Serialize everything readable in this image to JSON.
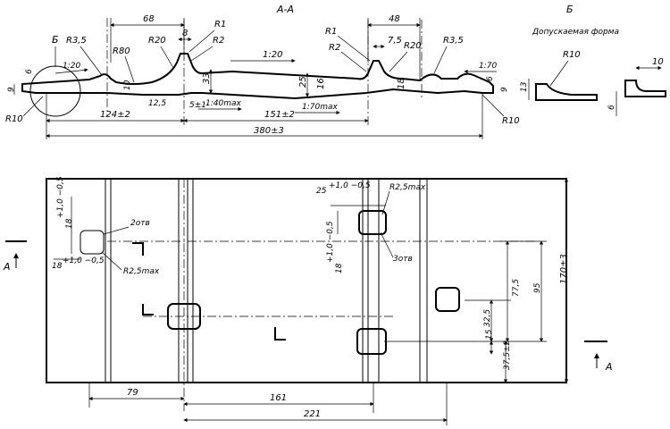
{
  "section": {
    "title": "А-А",
    "detail_marker": "Б",
    "dims": {
      "w68": "68",
      "w48": "48",
      "r35_left": "R3,5",
      "r80": "R80",
      "r20_left": "R20",
      "w8": "8",
      "r1_left": "R1",
      "r2_left": "R2",
      "r1_right": "R1",
      "r2_right": "R2",
      "w75": "7,5",
      "r20_right": "R20",
      "r35_right": "R3,5",
      "slope120_left": "1:20",
      "slope120_top": "1:20",
      "slope170": "1:70",
      "slope140max": "1:40max",
      "slope170max": "1:70max",
      "h6_left": "6",
      "h9_left": "9",
      "h10_left": "10",
      "h33": "33",
      "h25": "25",
      "h16": "16",
      "h18": "18",
      "h9_right": "9",
      "h6_right": "6",
      "w125": "12,5",
      "w5": "5±1",
      "r10_left": "R10",
      "r10_right": "R10",
      "d124": "124±2",
      "d151": "151±2",
      "d380": "380±3"
    }
  },
  "detail": {
    "title": "Б",
    "subtitle": "Допускаемая форма",
    "r10": "R10",
    "h13": "13",
    "w10": "10",
    "h6": "6"
  },
  "plan": {
    "cut_label_left": "А",
    "cut_label_right": "А",
    "dims": {
      "hole_left_h": "18",
      "hole_left_h_tol": "+1,0 −0,5",
      "hole_left_w": "18",
      "hole_left_w_tol": "+1,0 −0,5",
      "holes2": "2отв",
      "r25max_left": "R2,5max",
      "hole_right_w": "25",
      "hole_right_w_tol": "+1,0 −0,5",
      "r25max_right": "R2,5max",
      "holes3": "3отв",
      "hole_right_h": "18",
      "hole_right_h_tol": "+1,0 −0,5",
      "d775": "77,5",
      "d95": "95",
      "d170": "170±3",
      "d325": "32,5",
      "d15": "15",
      "d375": "37,5±2",
      "d79": "79",
      "d161": "161",
      "d221": "221"
    }
  }
}
